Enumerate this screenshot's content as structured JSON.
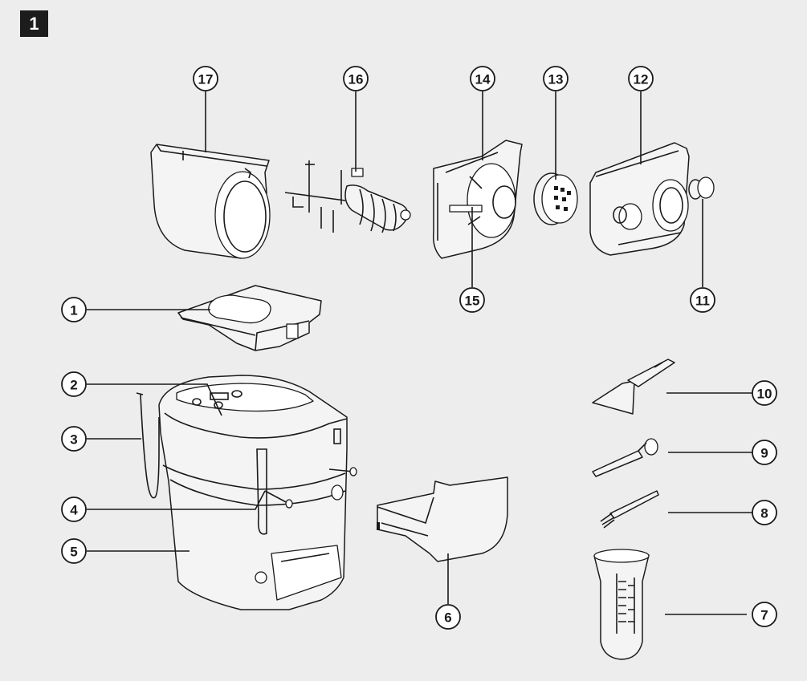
{
  "figure_number": "1",
  "callouts": [
    "1",
    "2",
    "3",
    "4",
    "5",
    "6",
    "7",
    "8",
    "9",
    "10",
    "11",
    "12",
    "13",
    "14",
    "15",
    "16",
    "17"
  ]
}
